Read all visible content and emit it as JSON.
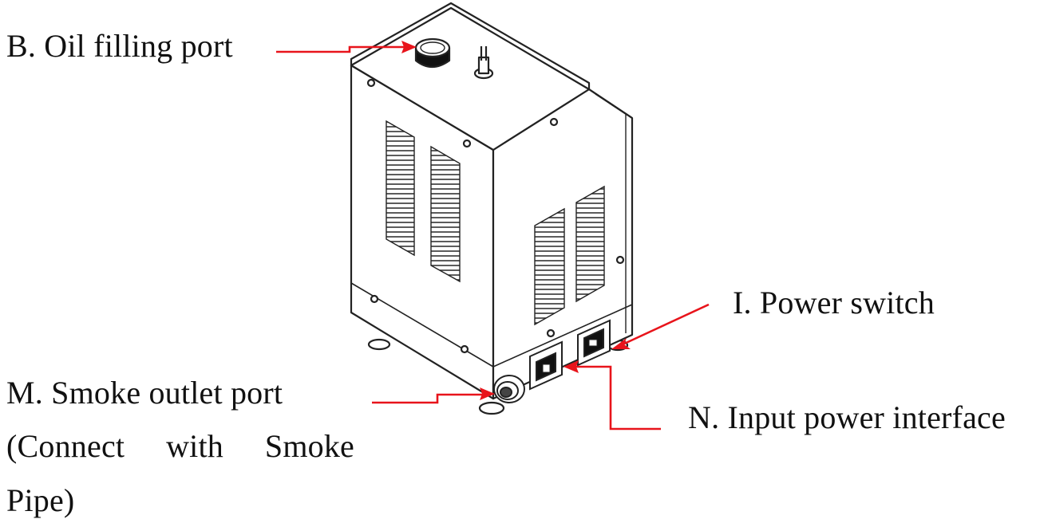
{
  "labels": {
    "oil_filling_port": "B. Oil filling port",
    "power_switch": "I. Power switch",
    "smoke_outlet_port": "M. Smoke outlet port",
    "smoke_outlet_note_word1": "(Connect",
    "smoke_outlet_note_word2": "with",
    "smoke_outlet_note_word3": "Smoke",
    "smoke_outlet_note_line3": "Pipe)",
    "input_power_interface": "N. Input power interface"
  },
  "colors": {
    "arrow": "#e8141b",
    "outline": "#222222",
    "background": "#ffffff"
  }
}
